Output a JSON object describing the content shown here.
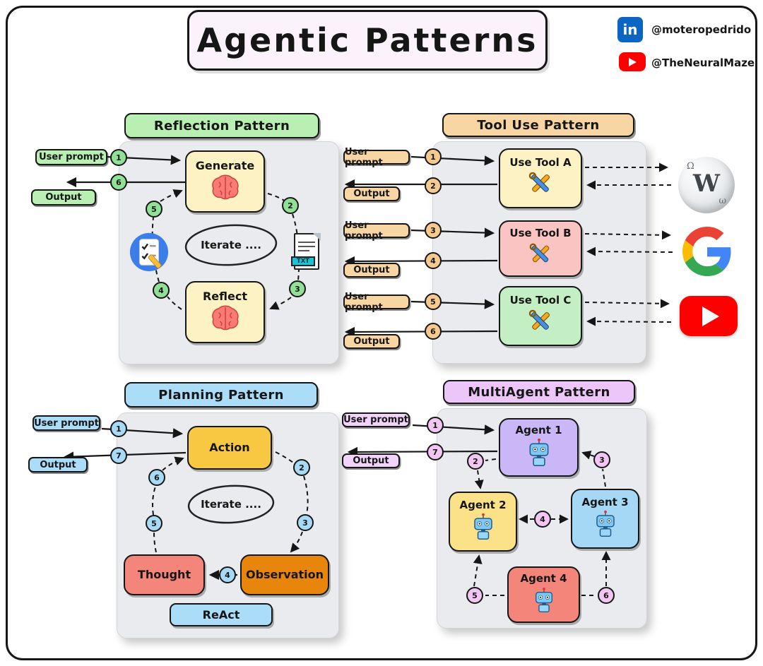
{
  "title": "Agentic Patterns",
  "social": {
    "linkedin_handle": "@moteropedrido",
    "youtube_handle": "@TheNeuralMaze",
    "linkedin_logo": "in"
  },
  "labels": {
    "user_prompt": "User prompt",
    "output": "Output",
    "iterate": "Iterate ...."
  },
  "panels": {
    "reflection": {
      "title": "Reflection Pattern",
      "generate_label": "Generate",
      "reflect_label": "Reflect",
      "steps": [
        "1",
        "2",
        "3",
        "4",
        "5",
        "6"
      ]
    },
    "tool_use": {
      "title": "Tool Use Pattern",
      "tool_a": "Use Tool A",
      "tool_b": "Use Tool B",
      "tool_c": "Use Tool C",
      "steps": [
        "1",
        "2",
        "3",
        "4",
        "5",
        "6"
      ]
    },
    "planning": {
      "title": "Planning Pattern",
      "action_label": "Action",
      "thought_label": "Thought",
      "observation_label": "Observation",
      "react_label": "ReAct",
      "steps": [
        "1",
        "2",
        "3",
        "4",
        "5",
        "6",
        "7"
      ]
    },
    "multiagent": {
      "title": "MultiAgent Pattern",
      "agent_1": "Agent 1",
      "agent_2": "Agent 2",
      "agent_3": "Agent 3",
      "agent_4": "Agent 4",
      "steps": [
        "1",
        "2",
        "3",
        "4",
        "5",
        "6",
        "7"
      ]
    }
  },
  "icons": {
    "txt_label": "TXT",
    "wikipedia_letters": {
      "main": "W",
      "left": "Ω",
      "right": "ω"
    }
  },
  "colors": {
    "green": "#b9efb2",
    "orange": "#f7d6a4",
    "blue": "#abdcf8",
    "purple": "#f2d3fa",
    "panel_gray": "#e9ebee",
    "linkedin_blue": "#0a66c2",
    "youtube_red": "#ff0000"
  }
}
